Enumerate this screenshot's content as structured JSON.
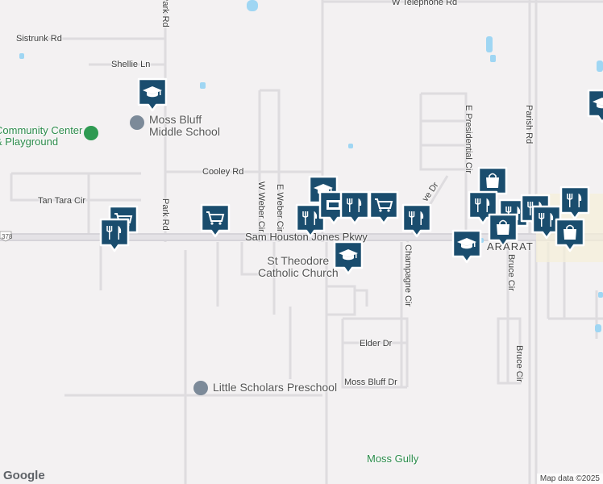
{
  "map": {
    "roads": {
      "telephone": "W Telephone Rd",
      "sistrunk": "Sistrunk Rd",
      "shellie": "Shellie Ln",
      "park_top": "Park Rd",
      "park_bottom": "Park Rd",
      "cooley": "Cooley Rd",
      "tan_tara": "Tan Tara Cir",
      "w_weber": "W Weber Cir",
      "e_weber": "E Weber Cir",
      "sam_houston": "Sam Houston Jones Pkwy",
      "e_presidential": "E Presidential Cir",
      "parish": "Parish Rd",
      "bruce1": "Bruce Cir",
      "bruce2": "Bruce Cir",
      "champagne": "Champagne Cir",
      "ave_dr": "ve Dr",
      "elder": "Elder Dr",
      "moss_bluff_dr": "Moss Bluff Dr",
      "ararat": "ARARAT",
      "route_shield": "378"
    },
    "places": {
      "community_center": "Community Center\n& Playground",
      "moss_bluff_middle": "Moss Bluff\nMiddle School",
      "st_theodore": "St Theodore\nCatholic Church",
      "little_scholars": "Little Scholars Preschool",
      "moss_gully": "Moss Gully"
    },
    "pins": [
      {
        "type": "school",
        "icon": "graduation-cap-icon"
      },
      {
        "type": "shopping",
        "icon": "shopping-cart-icon"
      },
      {
        "type": "restaurant",
        "icon": "fork-knife-icon"
      },
      {
        "type": "shopping",
        "icon": "shopping-cart-icon"
      },
      {
        "type": "school",
        "icon": "graduation-cap-icon"
      },
      {
        "type": "restaurant",
        "icon": "fork-knife-icon"
      },
      {
        "type": "store",
        "icon": "store-icon"
      },
      {
        "type": "restaurant",
        "icon": "fork-knife-icon"
      },
      {
        "type": "shopping",
        "icon": "shopping-cart-icon"
      },
      {
        "type": "restaurant",
        "icon": "fork-knife-icon"
      },
      {
        "type": "school",
        "icon": "graduation-cap-icon"
      },
      {
        "type": "school",
        "icon": "graduation-cap-icon"
      },
      {
        "type": "shopping",
        "icon": "shopping-bag-icon"
      },
      {
        "type": "restaurant",
        "icon": "fork-knife-icon"
      },
      {
        "type": "restaurant",
        "icon": "fork-knife-icon"
      },
      {
        "type": "shopping",
        "icon": "shopping-bag-icon"
      },
      {
        "type": "restaurant",
        "icon": "fork-knife-icon"
      },
      {
        "type": "restaurant",
        "icon": "fork-knife-icon"
      },
      {
        "type": "shopping",
        "icon": "shopping-bag-icon"
      },
      {
        "type": "restaurant",
        "icon": "fork-knife-icon"
      },
      {
        "type": "school",
        "icon": "graduation-cap-icon"
      }
    ],
    "attribution": "Map data ©2025",
    "logo": "Google",
    "colors": {
      "pin_fill": "#1a4d6e",
      "pin_border": "#ffffff",
      "road_major": "#d9d7dc",
      "road_minor": "#dcdadd",
      "water": "#9dd6f2",
      "park_green": "#2e9a52",
      "background": "#f3f1f2"
    }
  }
}
